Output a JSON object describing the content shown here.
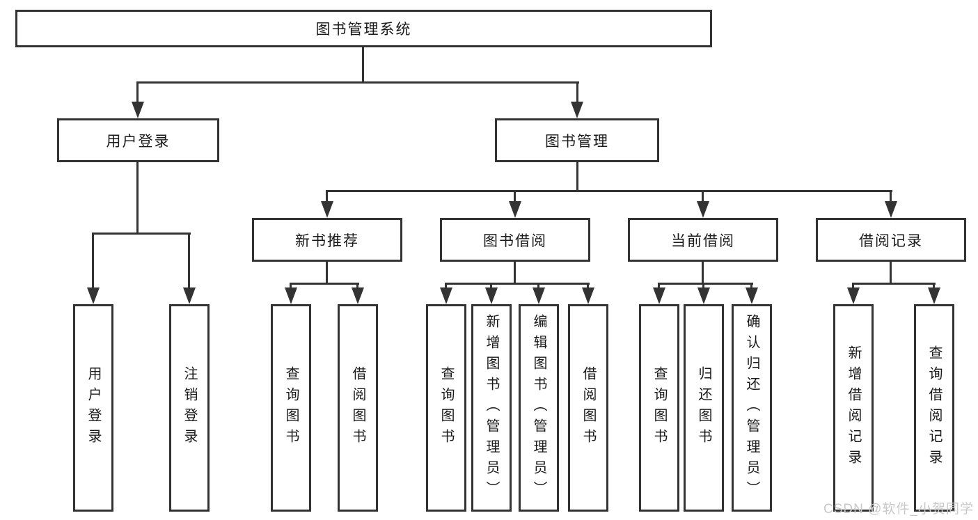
{
  "diagram_type": "org-chart",
  "root": {
    "label": "图书管理系统",
    "children": [
      {
        "label": "用户登录",
        "children": [
          {
            "label": "用户登录"
          },
          {
            "label": "注销登录"
          }
        ]
      },
      {
        "label": "图书管理",
        "children": [
          {
            "label": "新书推荐",
            "children": [
              {
                "label": "查询图书"
              },
              {
                "label": "借阅图书"
              }
            ]
          },
          {
            "label": "图书借阅",
            "children": [
              {
                "label": "查询图书"
              },
              {
                "label": "新增图书（管理员）"
              },
              {
                "label": "编辑图书（管理员）"
              },
              {
                "label": "借阅图书"
              }
            ]
          },
          {
            "label": "当前借阅",
            "children": [
              {
                "label": "查询图书"
              },
              {
                "label": "归还图书"
              },
              {
                "label": "确认归还（管理员）"
              }
            ]
          },
          {
            "label": "借阅记录",
            "children": [
              {
                "label": "新增借阅记录"
              },
              {
                "label": "查询借阅记录"
              }
            ]
          }
        ]
      }
    ]
  },
  "watermark": "CSDN @软件_小贺同学",
  "colors": {
    "line": "#333333",
    "text": "#1a1a1a",
    "watermark": "#c8c8c8",
    "background": "#ffffff"
  }
}
